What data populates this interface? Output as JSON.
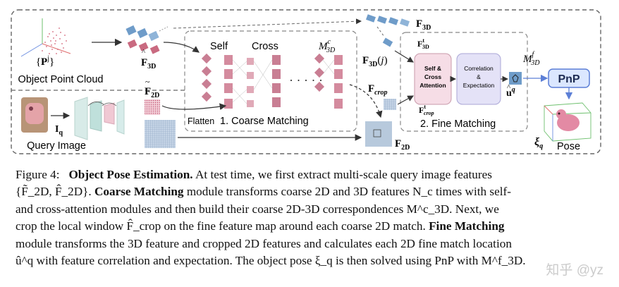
{
  "diagram": {
    "object_point_cloud_label": "Object Point Cloud",
    "point_set_label": "{P^j}",
    "query_image_label": "Query Image",
    "query_image_symbol": "I_q",
    "f3d_label": "F̂_3D",
    "f2d_label": "F̃_2D",
    "f3d_top_label": "F̂_3D",
    "f3d_j_label": "F̂_3D(j)",
    "f3d_t_label": "F̂^t_3D",
    "fcrop_label": "F̂_crop",
    "fcrop_t_label": "F̂^t_crop",
    "f2d_hat_label": "F̂_2D",
    "self_label": "Self",
    "cross_label": "Cross",
    "m3d_c_label": "M^c_3D",
    "flatten_label": "Flatten",
    "coarse_matching_label": "1. Coarse Matching",
    "self_cross_attention_label": [
      "Self &",
      "Cross",
      "Attention"
    ],
    "correlation_expectation_label": [
      "Correlation",
      "&",
      "Expectation"
    ],
    "u_q_label": "û^q",
    "m3d_f_label": "M^f_3D",
    "pnp_label": "PnP",
    "fine_matching_label": "2. Fine Matching",
    "xi_q_label": "ξ_q",
    "pose_label": "Pose"
  },
  "caption": {
    "figure_label": "Figure 4:",
    "title": "Object Pose Estimation.",
    "line1_text": "At test time, we first extract multi-scale query image features",
    "line2_a": "{F̃_2D, F̂_2D}.",
    "line2_bold": "Coarse Matching",
    "line2_b": "module transforms coarse 2D and 3D features N_c times with self-",
    "line3": "and cross-attention modules and then build their coarse 2D-3D correspondences M^c_3D. Next, we",
    "line4_a": "crop the local window F̂_crop on the fine feature map around each coarse 2D match.",
    "line4_bold": "Fine Matching",
    "line5": "module transforms the 3D feature and cropped 2D features and calculates each 2D fine match location",
    "line6": "û^q with feature correlation and expectation. The object pose ξ_q is then solved using PnP with M^f_3D."
  },
  "watermark": "知乎 @yz",
  "colors": {
    "frame_dash": "#666666",
    "attention_box": "#f6dde6",
    "correlation_box": "#e4e2f7",
    "pnp_box": "#dbe7ff",
    "pnp_border": "#5c7fd6",
    "feature_3d": "#6f9cc9",
    "feature_2d": "#b7c9dc",
    "cube_pink": "#c97e93"
  }
}
